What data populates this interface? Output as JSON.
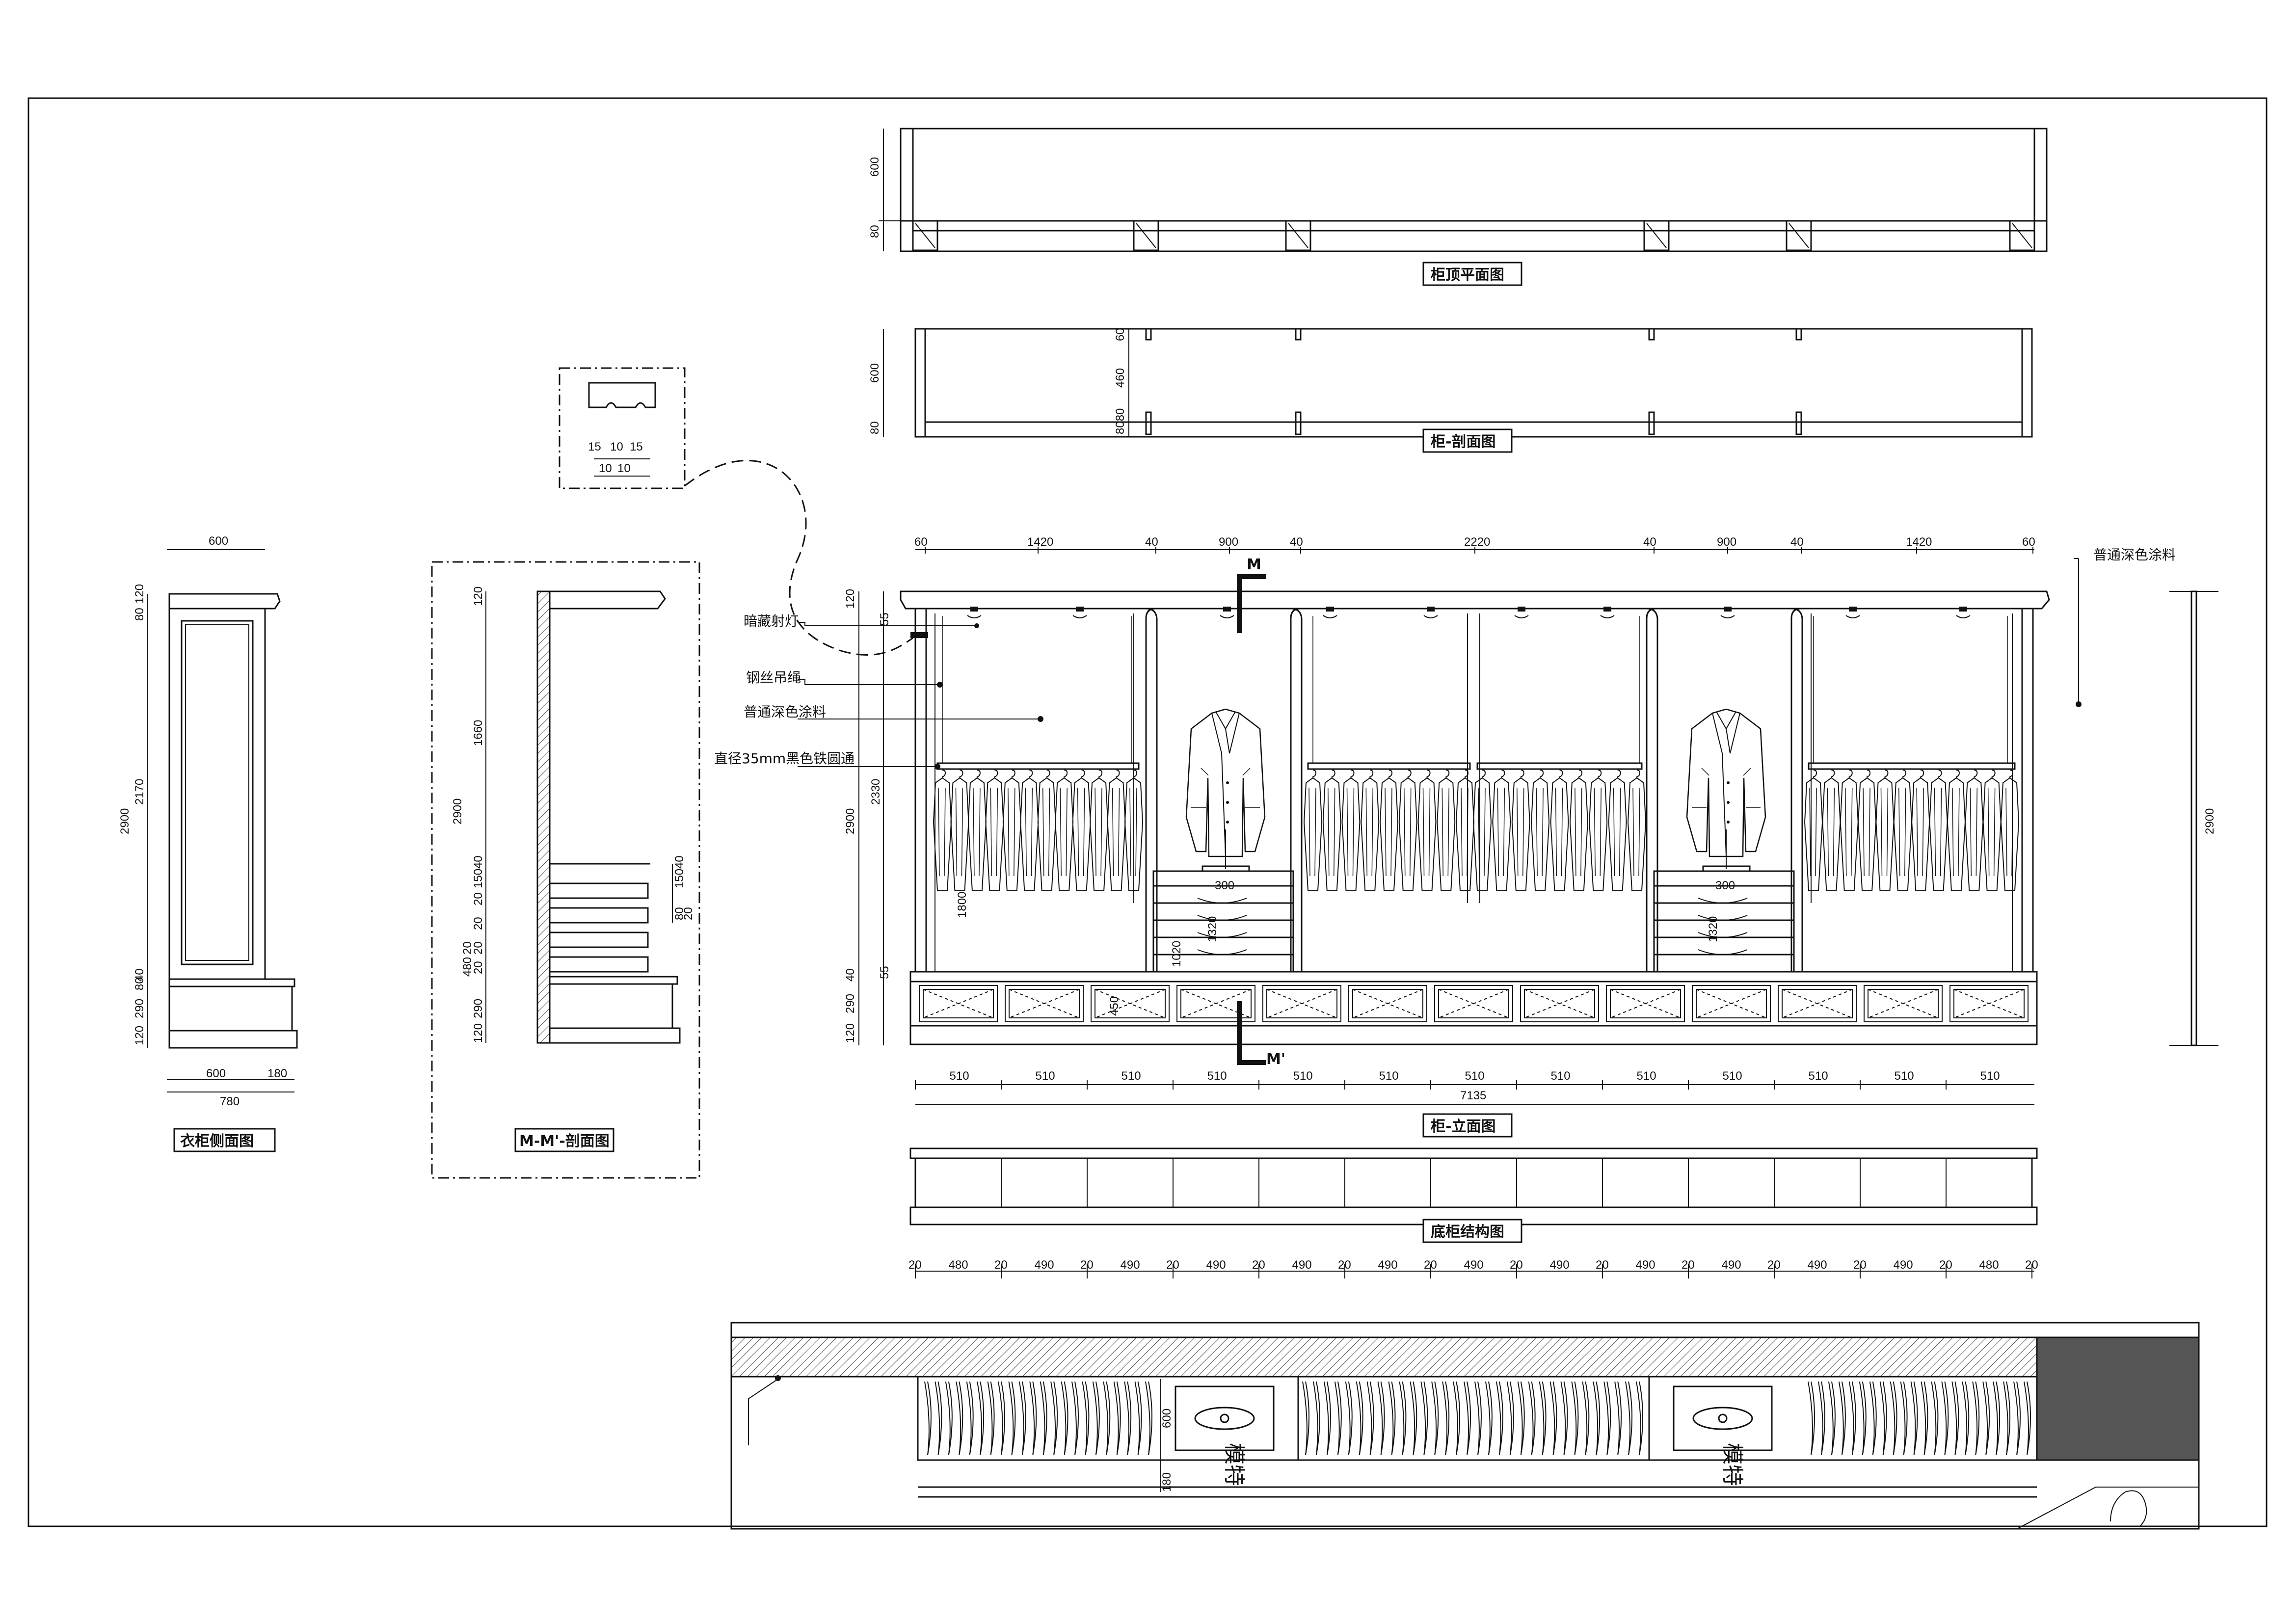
{
  "titles": {
    "top_plan": "柜顶平面图",
    "section": "柜-剖面图",
    "elevation": "柜-立面图",
    "base": "底柜结构图",
    "side": "衣柜侧面图",
    "mm_section": "M-M'-剖面图"
  },
  "markers": {
    "m": "M",
    "m_prime": "M'"
  },
  "callouts": {
    "hidden_spot": "暗藏射灯",
    "steel_rope": "钢丝吊绳",
    "dark_paint": "普通深色涂料",
    "iron_rod": "直径35mm黑色铁圆通",
    "dark_paint_right": "普通深色涂料"
  },
  "plan_labels": {
    "model_1": "模特",
    "model_2": "模特"
  },
  "dims": {
    "top_plan": [
      "600",
      "80"
    ],
    "section": [
      "600",
      "80",
      "60",
      "460",
      "8080"
    ],
    "detail": [
      "15",
      "10",
      "15",
      "10",
      "10"
    ],
    "elev_top": [
      "60",
      "1420",
      "40",
      "900",
      "40",
      "2220",
      "40",
      "900",
      "40",
      "1420",
      "60"
    ],
    "elev_left": [
      "120",
      "55",
      "2330",
      "2900",
      "1800",
      "40",
      "55",
      "290",
      "120"
    ],
    "elev_inner": [
      "300",
      "300",
      "1320",
      "1320",
      "1020",
      "450"
    ],
    "elev_bottom": [
      "510",
      "510",
      "510",
      "510",
      "510",
      "510",
      "510",
      "510",
      "510",
      "510",
      "510",
      "510",
      "510"
    ],
    "elev_total": "7135",
    "elev_right": "2900",
    "base_bottom": [
      "20",
      "480",
      "20",
      "490",
      "20",
      "490",
      "20",
      "490",
      "20",
      "490",
      "20",
      "490",
      "20",
      "490",
      "20",
      "490",
      "20",
      "490",
      "20",
      "490",
      "20",
      "490",
      "20",
      "490",
      "20",
      "480",
      "20"
    ],
    "side": [
      "600",
      "80",
      "120",
      "2170",
      "2900",
      "40",
      "80",
      "290",
      "120",
      "600",
      "180",
      "780"
    ],
    "mm": [
      "120",
      "1660",
      "2900",
      "150",
      "40",
      "150",
      "40",
      "20",
      "20",
      "20",
      "20",
      "480",
      "20",
      "290",
      "120",
      "80",
      "20"
    ],
    "plan": [
      "600",
      "180"
    ]
  },
  "colors": {
    "line": "#111111",
    "hatch": "#444444",
    "dark_block": "#555555"
  }
}
